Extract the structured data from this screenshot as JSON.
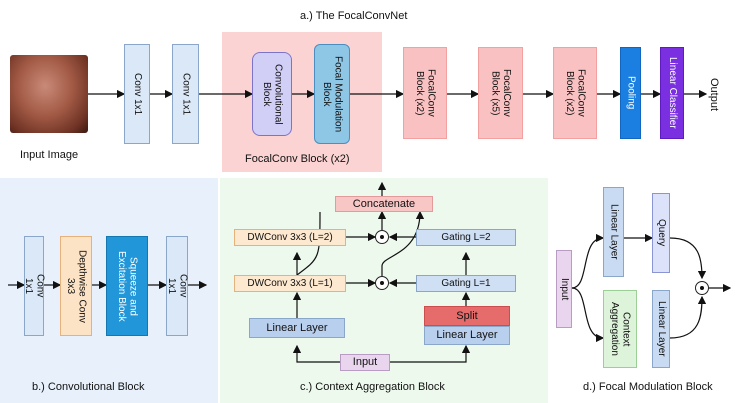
{
  "top": {
    "title": "a.) The FocalConvNet",
    "input_label": "Input Image",
    "conv1": "Conv 1x1",
    "conv2": "Conv 1x1",
    "fcb_inner1": "Convolutional\nBlock",
    "fcb_inner2": "Focal Modulation\nBlock",
    "fcb_caption": "FocalConv Block (x2)",
    "fc2a": "FocalConv\nBlock (x2)",
    "fc5": "FocalConv\nBlock (x5)",
    "fc2b": "FocalConv\nBlock (x2)",
    "pooling": "Pooling",
    "linear": "Linear Classifier",
    "output": "Output"
  },
  "conv_block": {
    "title": "b.) Convolutional Block",
    "conv_a": "Conv\n1x1",
    "dw": "Depthwise Conv\n3x3",
    "se": "Squeeze and\nExcitation Block",
    "conv_b": "Conv\n1x1"
  },
  "context_agg": {
    "title": "c.) Context Aggregation Block",
    "concatenate": "Concatenate",
    "dw2": "DWConv 3x3 (L=2)",
    "dw1": "DWConv 3x3 (L=1)",
    "gate2": "Gating L=2",
    "gate1": "Gating L=1",
    "linear_left": "Linear Layer",
    "split": "Split",
    "linear_right": "Linear Layer",
    "input": "Input"
  },
  "focal_mod": {
    "title": "d.) Focal Modulation Block",
    "input": "Input",
    "linear_top": "Linear Layer",
    "query": "Query",
    "context": "Context\nAggregation",
    "linear_bottom": "Linear Layer"
  }
}
